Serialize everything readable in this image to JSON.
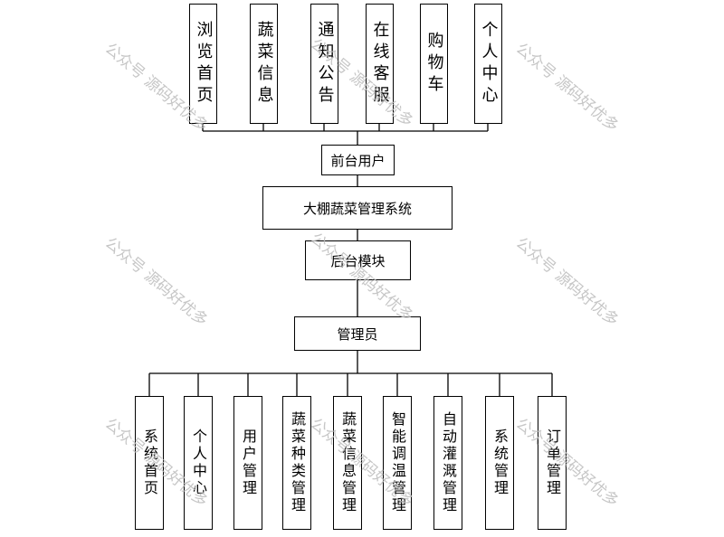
{
  "diagram": {
    "top_modules": [
      "浏览首页",
      "蔬菜信息",
      "通知公告",
      "在线客服",
      "购物车",
      "个人中心"
    ],
    "frontend": "前台用户",
    "system": "大棚蔬菜管理系统",
    "backend": "后台模块",
    "admin": "管理员",
    "bottom_modules": [
      "系统首页",
      "个人中心",
      "用户管理",
      "蔬菜种类管理",
      "蔬菜信息管理",
      "智能调温管理",
      "自动灌溉管理",
      "系统管理",
      "订单管理"
    ]
  },
  "watermark": "公众号 源码好优多"
}
